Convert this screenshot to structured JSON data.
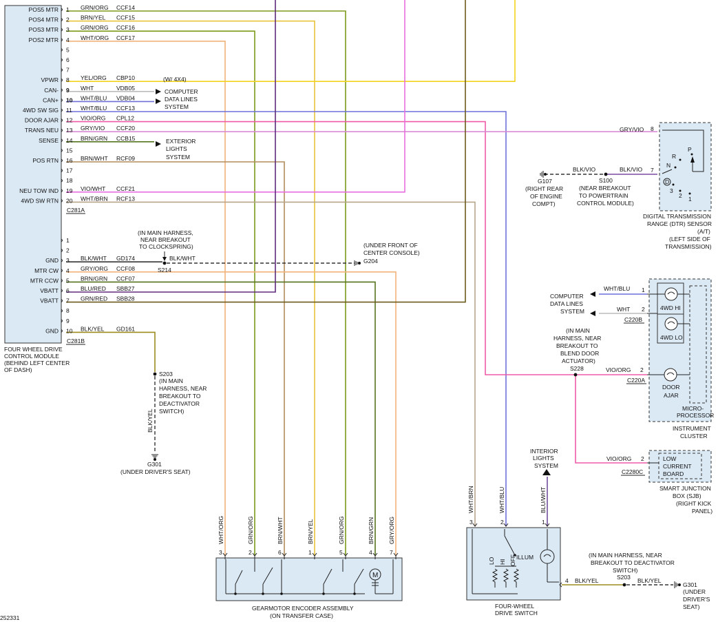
{
  "colors": {
    "GRN/ORG": "#7a9a1a",
    "BRN/YEL": "#e8c33a",
    "WHT/ORG": "#f0b27a",
    "YEL/ORG": "#f2d21b",
    "WHT": "#bcbcbc",
    "WHT/BLU": "#6f6fd8",
    "VIO/ORG": "#ee5aa8",
    "GRY/VIO": "#d98ad4",
    "BRN/GRN": "#55731e",
    "BRN/WHT": "#b08a5a",
    "VIO/WHT": "#e86de0",
    "WHT/BRN": "#b7a58a",
    "BLK/WHT": "#333333",
    "GRY/ORG": "#f2b37a",
    "BLU/RED": "#5b2a7a",
    "GRN/RED": "#6b5a1a",
    "BLK/YEL": "#9c8a1e",
    "BLU/WHT": "#6e4f9a",
    "BLK/VIO": "#7b4aa0"
  },
  "module": {
    "pins_a": [
      {
        "num": "1",
        "name": "POS5 MTR",
        "color": "GRN/ORG",
        "circuit": "CCF14"
      },
      {
        "num": "2",
        "name": "POS4 MTR",
        "color": "BRN/YEL",
        "circuit": "CCF15"
      },
      {
        "num": "3",
        "name": "POS3 MTR",
        "color": "GRN/ORG",
        "circuit": "CCF16"
      },
      {
        "num": "4",
        "name": "POS2 MTR",
        "color": "WHT/ORG",
        "circuit": "CCF17"
      },
      {
        "num": "5",
        "name": "",
        "color": "",
        "circuit": ""
      },
      {
        "num": "6",
        "name": "",
        "color": "",
        "circuit": ""
      },
      {
        "num": "7",
        "name": "",
        "color": "",
        "circuit": ""
      },
      {
        "num": "8",
        "name": "VPWR",
        "color": "YEL/ORG",
        "circuit": "CBP10"
      },
      {
        "num": "9",
        "name": "CAN-",
        "color": "WHT",
        "circuit": "VDB05"
      },
      {
        "num": "10",
        "name": "CAN+",
        "color": "WHT/BLU",
        "circuit": "VDB04"
      },
      {
        "num": "11",
        "name": "4WD SW SIG",
        "color": "WHT/BLU",
        "circuit": "CCF13"
      },
      {
        "num": "12",
        "name": "DOOR AJAR",
        "color": "VIO/ORG",
        "circuit": "CPL12"
      },
      {
        "num": "13",
        "name": "TRANS NEU",
        "color": "GRY/VIO",
        "circuit": "CCF20"
      },
      {
        "num": "14",
        "name": "SENSE",
        "color": "BRN/GRN",
        "circuit": "CCB15"
      },
      {
        "num": "15",
        "name": "",
        "color": "",
        "circuit": ""
      },
      {
        "num": "16",
        "name": "POS RTN",
        "color": "BRN/WHT",
        "circuit": "RCF09"
      },
      {
        "num": "17",
        "name": "",
        "color": "",
        "circuit": ""
      },
      {
        "num": "18",
        "name": "",
        "color": "",
        "circuit": ""
      },
      {
        "num": "19",
        "name": "NEU TOW IND",
        "color": "VIO/WHT",
        "circuit": "CCF21"
      },
      {
        "num": "20",
        "name": "4WD SW RTN",
        "color": "WHT/BRN",
        "circuit": "RCF13"
      }
    ],
    "pins_b": [
      {
        "num": "1",
        "name": "",
        "color": "",
        "circuit": ""
      },
      {
        "num": "2",
        "name": "",
        "color": "",
        "circuit": ""
      },
      {
        "num": "3",
        "name": "GND",
        "color": "BLK/WHT",
        "circuit": "GD174"
      },
      {
        "num": "4",
        "name": "MTR CW",
        "color": "GRY/ORG",
        "circuit": "CCF08"
      },
      {
        "num": "5",
        "name": "MTR CCW",
        "color": "BRN/GRN",
        "circuit": "CCF07"
      },
      {
        "num": "6",
        "name": "VBATT",
        "color": "BLU/RED",
        "circuit": "SBB27"
      },
      {
        "num": "7",
        "name": "VBATT",
        "color": "GRN/RED",
        "circuit": "SBB28"
      },
      {
        "num": "8",
        "name": "",
        "color": "",
        "circuit": ""
      },
      {
        "num": "9",
        "name": "",
        "color": "",
        "circuit": ""
      },
      {
        "num": "10",
        "name": "GND",
        "color": "BLK/YEL",
        "circuit": "GD161"
      }
    ],
    "connector_a": "C281A",
    "connector_b": "C281B",
    "caption": [
      "FOUR WHEEL DRIVE",
      "CONTROL MODULE",
      "(BEHIND LEFT CENTER",
      "OF DASH)"
    ]
  },
  "labels": {
    "w4x4": "(W/ 4X4)",
    "computer_data": [
      "COMPUTER",
      "DATA LINES",
      "SYSTEM"
    ],
    "exterior_lights": [
      "EXTERIOR",
      "LIGHTS",
      "SYSTEM"
    ],
    "s214_note": [
      "(IN MAIN HARNESS,",
      "NEAR BREAKOUT",
      "TO CLOCKSPRING)"
    ],
    "s214": "S214",
    "blk_wht": "BLK/WHT",
    "g204_note": [
      "(UNDER FRONT OF",
      "CENTER CONSOLE)"
    ],
    "g204": "G204",
    "s203_note": [
      "(IN MAIN",
      "HARNESS, NEAR",
      "BREAKOUT TO",
      "DEACTIVATOR",
      "SWITCH)"
    ],
    "s203": "S203",
    "blk_yel": "BLK/YEL",
    "g301": "G301",
    "g301_note": "(UNDER DRIVER'S SEAT)",
    "figure_id": "252331"
  },
  "gearmotor": {
    "caption": [
      "GEARMOTOR ENCODER ASSEMBLY",
      "(ON TRANSFER CASE)"
    ],
    "pins": [
      {
        "num": "3",
        "color": "WHT/ORG"
      },
      {
        "num": "2",
        "color": "GRN/ORG"
      },
      {
        "num": "6",
        "color": "BRN/WHT"
      },
      {
        "num": "1",
        "color": "BRN/YEL"
      },
      {
        "num": "5",
        "color": "GRN/ORG"
      },
      {
        "num": "4",
        "color": "BRN/GRN"
      },
      {
        "num": "7",
        "color": "GRY/ORG"
      }
    ],
    "motor_symbol": "M"
  },
  "fwd_switch": {
    "caption": [
      "FOUR-WHEEL",
      "DRIVE SWITCH"
    ],
    "pins": [
      {
        "num": "3",
        "color": "WHT/BRN"
      },
      {
        "num": "2",
        "color": "WHT/BLU"
      },
      {
        "num": "1",
        "color": "BLU/WHT"
      },
      {
        "num": "4",
        "color": "BLK/YEL"
      }
    ],
    "positions": [
      "LO",
      "HI",
      "OFF"
    ],
    "illum": "ILLUM",
    "interior_lights": [
      "INTERIOR",
      "LIGHTS",
      "SYSTEM"
    ],
    "s203_note": [
      "(IN MAIN HARNESS, NEAR",
      "BREAKOUT TO DEACTIVATOR",
      "SWITCH)"
    ],
    "s203": "S203",
    "blk_yel_1": "BLK/YEL",
    "blk_yel_2": "BLK/YEL",
    "g301": "G301",
    "g301_note": [
      "(UNDER",
      "DRIVER'S",
      "SEAT)"
    ]
  },
  "dtr": {
    "caption": [
      "DIGITAL TRANSMISSION",
      "RANGE (DTR) SENSOR",
      "(A/T)",
      "(LEFT SIDE OF",
      "TRANSMISSION)"
    ],
    "pin8": "8",
    "pin7": "7",
    "gry_vio": "GRY/VIO",
    "blk_vio_1": "BLK/VIO",
    "blk_vio_2": "BLK/VIO",
    "gears": [
      "P",
      "R",
      "N",
      "D",
      "3",
      "2",
      "1"
    ],
    "s100": "S100",
    "s100_note": [
      "(NEAR BREAKOUT",
      "TO POWERTRAIN",
      "CONTROL MODULE)"
    ],
    "g107": "G107",
    "g107_note": [
      "(RIGHT REAR",
      "OF ENGINE",
      "COMPT)"
    ]
  },
  "cluster": {
    "caption": [
      "INSTRUMENT",
      "CLUSTER"
    ],
    "processor": [
      "MICRO-",
      "PROCESSOR"
    ],
    "lamps": [
      "4WD HI",
      "4WD LO",
      "DOOR",
      "AJAR"
    ],
    "wht_blu": "WHT/BLU",
    "wht": "WHT",
    "pin1": "1",
    "pin2": "2",
    "pin2b": "2",
    "c220b": "C220B",
    "c220a": "C220A",
    "computer_data": [
      "COMPUTER",
      "DATA LINES",
      "SYSTEM"
    ],
    "s228_note": [
      "(IN MAIN",
      "HARNESS, NEAR",
      "BREAKOUT TO",
      "BLEND DOOR",
      "ACTUATOR)"
    ],
    "s228": "S228",
    "vio_org": "VIO/ORG"
  },
  "sjb": {
    "caption": [
      "SMART JUNCTION",
      "BOX (SJB)",
      "(RIGHT KICK",
      "PANEL)"
    ],
    "board": [
      "LOW",
      "CURRENT",
      "BOARD"
    ],
    "vio_org": "VIO/ORG",
    "pin2": "2",
    "c2280c": "C2280C"
  }
}
